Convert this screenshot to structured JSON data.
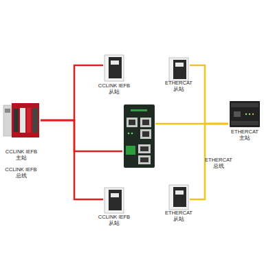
{
  "diagram": {
    "nodes": [
      {
        "text": [
          "CCLINK IEFB 主站"
        ]
      },
      {
        "text": [
          "CCLINK IEFB 从站"
        ]
      },
      {
        "text": [
          "ETHERCAT 从站"
        ]
      },
      {
        "text": []
      },
      {
        "text": [
          "ETHERCAT 主站"
        ]
      },
      {
        "text": [
          "CCLINK IEFB 从站"
        ]
      },
      {
        "text": [
          "ETHERCAT 从站"
        ]
      }
    ],
    "edges": [
      {
        "from": 0,
        "to": 1,
        "arrow": "none"
      },
      {
        "from": 0,
        "to": 3,
        "arrow": "none"
      },
      {
        "from": 0,
        "to": 5,
        "arrow": "none"
      },
      {
        "from": 4,
        "to": 2,
        "arrow": "none"
      },
      {
        "from": 4,
        "to": 3,
        "arrow": "none"
      },
      {
        "from": 4,
        "to": 6,
        "arrow": "none"
      }
    ],
    "labels": [
      "CCLINK IEFB 总线",
      "ETHERCAT 总线"
    ]
  }
}
